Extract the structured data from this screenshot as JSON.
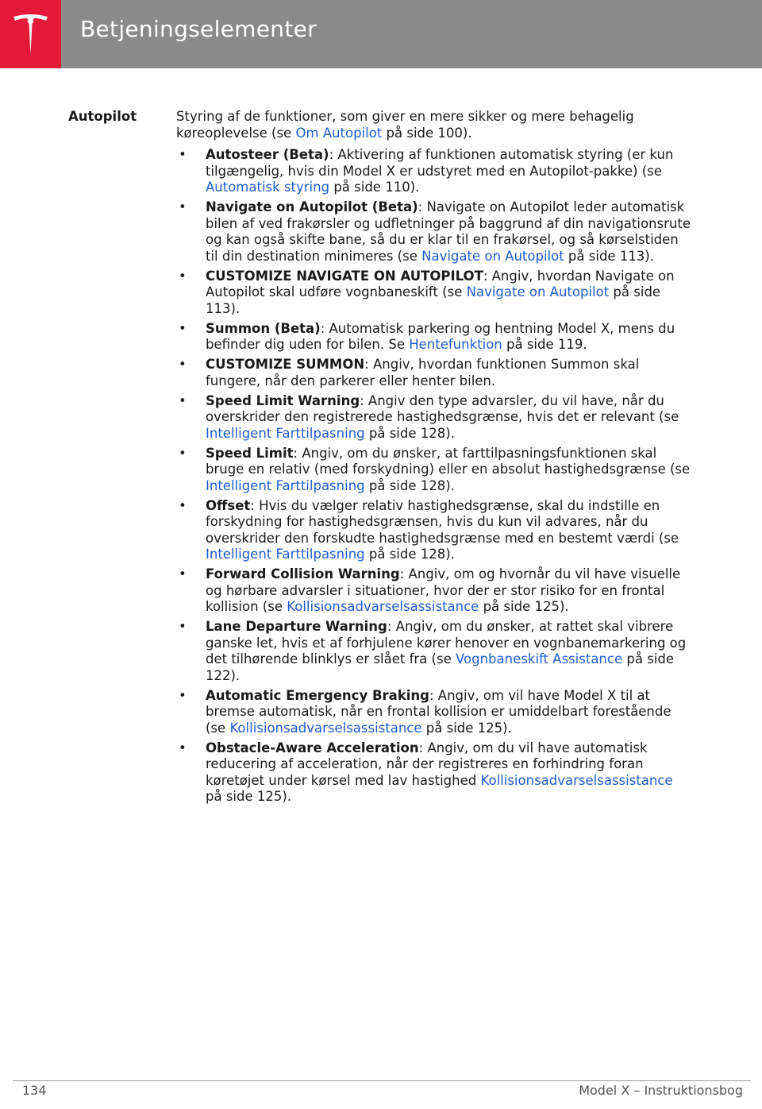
{
  "header": {
    "title": "Betjeningselementer",
    "brand_color": "#e31937",
    "bar_color": "#8a8a8a",
    "logo_icon": "tesla-logo-icon"
  },
  "section": {
    "term": "Autopilot",
    "intro": {
      "text1": "Styring af de funktioner, som giver en mere sikker og mere behagelig køreoplevelse (se ",
      "link": "Om Autopilot",
      "text2": " på side 100)."
    },
    "bullets": [
      {
        "term": "Autosteer (Beta)",
        "text": ": Aktivering af funktionen automatisk styring (er kun tilgængelig, hvis din Model X er udstyret med en Autopilot-pakke) (se ",
        "link": "Automatisk styring",
        "after": " på side 110)."
      },
      {
        "term": "Navigate on Autopilot (Beta)",
        "text": ": Navigate on Autopilot leder automatisk bilen af ved frakørsler og udfletninger på baggrund af din navigationsrute og kan også skifte bane, så du er klar til en frakørsel, og så kørselstiden til din destination minimeres (se ",
        "link": "Navigate on Autopilot",
        "after": " på side 113)."
      },
      {
        "term": "CUSTOMIZE NAVIGATE ON AUTOPILOT",
        "text": ": Angiv, hvordan Navigate on Autopilot skal udføre vognbaneskift (se ",
        "link": "Navigate on Autopilot",
        "after": " på side 113)."
      },
      {
        "term": "Summon (Beta)",
        "text": ": Automatisk parkering og hentning Model X, mens du befinder dig uden for bilen. Se ",
        "link": "Hentefunktion",
        "after": " på side 119."
      },
      {
        "term": "CUSTOMIZE SUMMON",
        "text": ": Angiv, hvordan funktionen Summon skal fungere, når den parkerer eller henter bilen.",
        "link": "",
        "after": ""
      },
      {
        "term": "Speed Limit Warning",
        "text": ": Angiv den type advarsler, du vil have, når du overskrider den registrerede hastighedsgrænse, hvis det er relevant (se ",
        "link": "Intelligent Farttilpasning",
        "after": " på side 128)."
      },
      {
        "term": "Speed Limit",
        "text": ": Angiv, om du ønsker, at farttilpasningsfunktionen skal bruge en relativ (med forskydning) eller en absolut hastighedsgrænse (se ",
        "link": "Intelligent Farttilpasning",
        "after": " på side 128)."
      },
      {
        "term": "Offset",
        "text": ": Hvis du vælger relativ hastighedsgrænse, skal du indstille en forskydning for hastighedsgrænsen, hvis du kun vil advares, når du overskrider den forskudte hastighedsgrænse med en bestemt værdi (se ",
        "link": "Intelligent Farttilpasning",
        "after": " på side 128)."
      },
      {
        "term": "Forward Collision Warning",
        "text": ": Angiv, om og hvornår du vil have visuelle og hørbare advarsler i situationer, hvor der er stor risiko for en frontal kollision (se ",
        "link": "Kollisionsadvarselsassistance",
        "after": " på side 125)."
      },
      {
        "term": "Lane Departure Warning",
        "text": ": Angiv, om du ønsker, at rattet skal vibrere ganske let, hvis et af forhjulene kører henover en vognbanemarkering og det tilhørende blinklys er slået fra (se ",
        "link": "Vognbaneskift Assistance",
        "after": " på side 122)."
      },
      {
        "term": "Automatic Emergency Braking",
        "text": ": Angiv, om vil have Model X til at bremse automatisk, når en frontal kollision er umiddelbart forestående (se ",
        "link": "Kollisionsadvarselsassistance",
        "after": " på side 125)."
      },
      {
        "term": "Obstacle-Aware Acceleration",
        "text": ": Angiv, om du vil have automatisk reducering af acceleration, når der registreres en forhindring foran køretøjet under kørsel med lav hastighed ",
        "link": "Kollisionsadvarselsassistance",
        "after": " på side 125)."
      }
    ]
  },
  "footer": {
    "page_number": "134",
    "doc_name": "Model X – Instruktionsbog"
  },
  "colors": {
    "link": "#1f5ccf",
    "text": "#1a1a1a"
  }
}
